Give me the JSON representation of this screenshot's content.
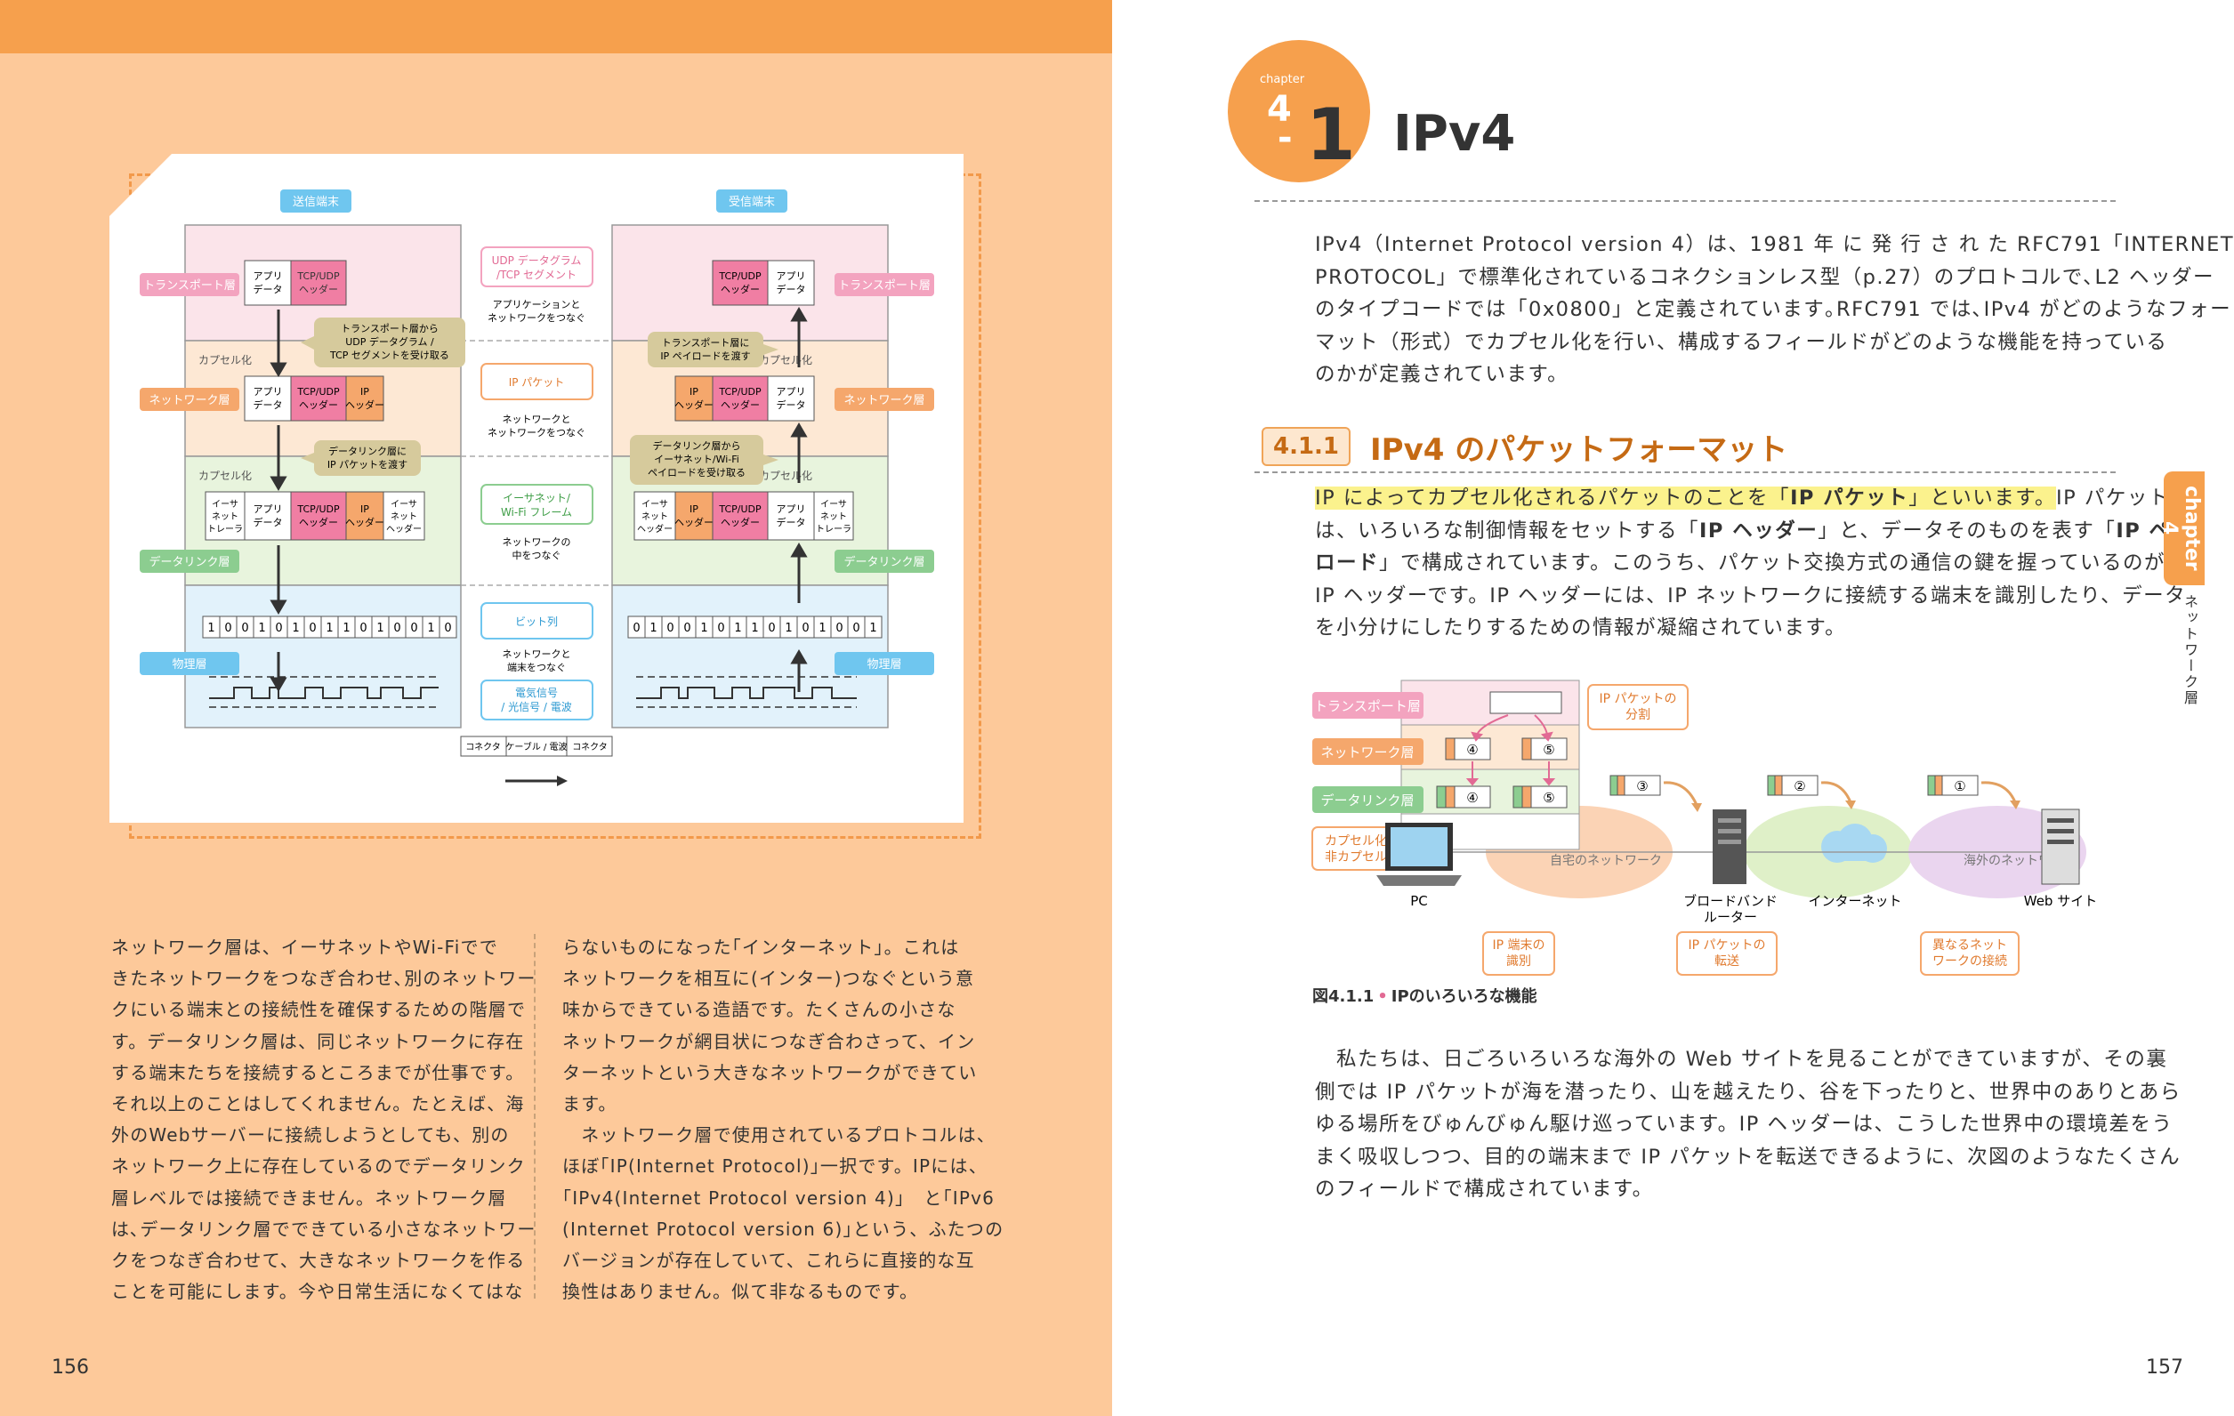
{
  "left": {
    "page_number": "156",
    "figure": {
      "send_terminal": "送信端末",
      "recv_terminal": "受信端末",
      "layers": {
        "transport": "トランスポート層",
        "network": "ネットワーク層",
        "datalink": "データリンク層",
        "physical": "物理層"
      },
      "encap": "カプセル化",
      "decap": "非カプセル化",
      "cells": {
        "app_data": [
          "アプリ",
          "データ"
        ],
        "tcpudp_header": [
          "TCP/UDP",
          "ヘッダー"
        ],
        "ip_header": [
          "IP",
          "ヘッダー"
        ],
        "eth_header": [
          "イーサ",
          "ネット",
          "ヘッダー"
        ],
        "eth_trailer": [
          "イーサ",
          "ネット",
          "トレーラ"
        ]
      },
      "callouts": {
        "send_transport": [
          "トランスポート層から",
          "UDP データグラム /",
          "TCP セグメントを受け取る"
        ],
        "send_datalink": [
          "データリンク層に",
          "IP パケットを渡す"
        ],
        "recv_transport": [
          "トランスポート層に",
          "IP ペイロードを渡す"
        ],
        "recv_datalink": [
          "データリンク層から",
          "イーサネット/Wi-Fi",
          "ペイロードを受け取る"
        ]
      },
      "mid": {
        "udp_box": [
          "UDP データグラム",
          "/TCP セグメント"
        ],
        "udp_desc": [
          "アプリケーションと",
          "ネットワークをつなぐ"
        ],
        "ip_box": "IP パケット",
        "ip_desc": [
          "ネットワークと",
          "ネットワークをつなぐ"
        ],
        "frame_box": [
          "イーサネット/",
          "Wi-Fi フレーム"
        ],
        "frame_desc": [
          "ネットワークの",
          "中をつなぐ"
        ],
        "bit_box": "ビット列",
        "bit_desc": [
          "ネットワークと",
          "端末をつなぐ"
        ],
        "signal_box": [
          "電気信号",
          "/ 光信号 / 電波"
        ],
        "connector": "コネクタ",
        "cable": "ケーブル / 電波"
      },
      "bits_send": [
        "1",
        "0",
        "0",
        "1",
        "0",
        "1",
        "0",
        "1",
        "1",
        "0",
        "1",
        "0",
        "0",
        "1",
        "0"
      ],
      "bits_recv": [
        "0",
        "1",
        "0",
        "0",
        "1",
        "0",
        "1",
        "1",
        "0",
        "1",
        "0",
        "1",
        "0",
        "0",
        "1"
      ]
    },
    "col1": [
      "ネットワーク層は、イーサネットやWi-Fiでで",
      "きたネットワークをつなぎ合わせ､別のネットワー",
      "クにいる端末との接続性を確保するための階層で",
      "す。データリンク層は、同じネットワークに存在",
      "する端末たちを接続するところまでが仕事です。",
      "それ以上のことはしてくれません。たとえば、海",
      "外のWebサーバーに接続しようとしても、別の",
      "ネットワーク上に存在しているのでデータリンク",
      "層レベルでは接続できません。ネットワーク層",
      "は､データリンク層でできている小さなネットワー",
      "クをつなぎ合わせて、大きなネットワークを作る",
      "ことを可能にします。今や日常生活になくてはな"
    ],
    "col2": [
      "らないものになった｢インターネット｣。これは",
      "ネットワークを相互に(インター)つなぐという意",
      "味からできている造語です。たくさんの小さな",
      "ネットワークが網目状につなぎ合わさって、イン",
      "ターネットという大きなネットワークができてい",
      "ます。",
      "　ネットワーク層で使用されているプロトコルは、",
      "ほぼ｢IP(Internet Protocol)｣一択です。IPには、",
      "｢IPv4(Internet Protocol version 4)｣　と｢IPv6",
      "(Internet Protocol version 6)｣という、ふたつの",
      "バージョンが存在していて、これらに直接的な互",
      "換性はありません。似て非なるものです。"
    ]
  },
  "right": {
    "page_number": "157",
    "chapter_word": "chapter",
    "chapter_num": "4",
    "chapter_sep": "-",
    "section_num": "1",
    "title": "IPv4",
    "intro": [
      "IPv4（Internet Protocol version 4）は、1981 年 に 発 行 さ れ た RFC791「INTERNET",
      "PROTOCOL」で標準化されているコネクションレス型（p.27）のプロトコルで､L2 ヘッダー",
      "のタイプコードでは「0x0800」と定義されています｡RFC791 では､IPv4 がどのようなフォー",
      "マット（形式）でカプセル化を行い、構成するフィールドがどのような機能を持っている",
      "のかが定義されています。"
    ],
    "subsection_num": "4.1.1",
    "subsection_title": "IPv4 のパケットフォーマット",
    "para2": {
      "l1_hl": "IP によってカプセル化されるパケットのことを「",
      "l1_b": "IP パケット",
      "l1_hl2": "」といいます。",
      "l1_rest": "IP パケット",
      "l2_a": "は、いろいろな制御情報をセットする「",
      "l2_b": "IP ヘッダー",
      "l2_c": "」と、データそのものを表す「",
      "l2_d": "IP ペイ",
      "l3_b": "ロード",
      "l3_c": "」で構成されています。このうち、パケット交換方式の通信の鍵を握っているのが",
      "l4": "IP ヘッダーです。IP ヘッダーには、IP ネットワークに接続する端末を識別したり、データ",
      "l5": "を小分けにしたりするための情報が凝縮されています。"
    },
    "side_tab": "chapter 4",
    "side_sub": "ネットワーク層",
    "figure": {
      "layers": [
        "トランスポート層",
        "ネットワーク層",
        "データリンク層"
      ],
      "encap_label": [
        "カプセル化・",
        "非カプセル化"
      ],
      "split_label": [
        "IP パケットの",
        "分割"
      ],
      "fragments": [
        "④",
        "⑤",
        "③",
        "②",
        "①"
      ],
      "home_net": "自宅のネットワーク",
      "overseas_net": "海外のネットワーク",
      "pc": "PC",
      "router": [
        "ブロードバンド",
        "ルーター"
      ],
      "internet": "インターネット",
      "website": "Web サイト",
      "func1": [
        "IP 端末の",
        "識別"
      ],
      "func2": [
        "IP パケットの",
        "転送"
      ],
      "func3": [
        "異なるネット",
        "ワークの接続"
      ]
    },
    "caption_num": "図4.1.1",
    "caption_dot": "•",
    "caption_text": "IPのいろいろな機能",
    "para3": [
      "　私たちは、日ごろいろいろな海外の Web サイトを見ることができていますが、その裏",
      "側では IP パケットが海を潜ったり、山を越えたり、谷を下ったりと、世界中のありとあら",
      "ゆる場所をびゅんびゅん駆け巡っています。IP ヘッダーは、こうした世界中の環境差をう",
      "まく吸収しつつ、目的の端末まで IP パケットを転送できるように、次図のようなたくさん",
      "のフィールドで構成されています。"
    ]
  },
  "colors": {
    "left_bg": "#fdc99a",
    "accent_orange": "#f6a04d",
    "transport_pink": "#f3a3bf",
    "network_orange": "#f5a76c",
    "datalink_green": "#8ccd90",
    "physical_blue": "#6fc6ef"
  }
}
